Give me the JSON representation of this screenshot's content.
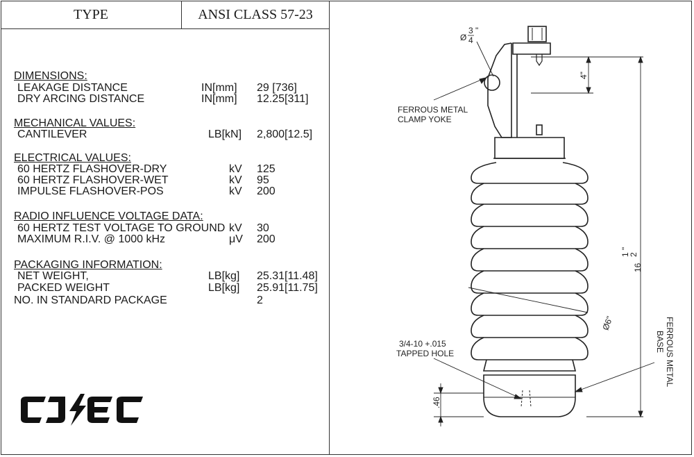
{
  "header": {
    "type_label": "TYPE",
    "class_label": "ANSI CLASS 57-23"
  },
  "sections": {
    "dimensions": {
      "title": "DIMENSIONS:",
      "rows": [
        {
          "label": "LEAKAGE DISTANCE",
          "unit": "IN[mm]",
          "value": "29   [736]"
        },
        {
          "label": "DRY ARCING DISTANCE",
          "unit": "IN[mm]",
          "value": "12.25[311]"
        }
      ]
    },
    "mechanical": {
      "title": "MECHANICAL VALUES:",
      "rows": [
        {
          "label": "CANTILEVER",
          "unit": "LB[kN]",
          "value": "2,800[12.5]"
        }
      ]
    },
    "electrical": {
      "title": "ELECTRICAL VALUES:",
      "rows": [
        {
          "label": "60 HERTZ FLASHOVER-DRY",
          "unit": "kV",
          "value": "125"
        },
        {
          "label": "60 HERTZ FLASHOVER-WET",
          "unit": "kV",
          "value": "95"
        },
        {
          "label": "IMPULSE FLASHOVER-POS",
          "unit": "kV",
          "value": "200"
        }
      ]
    },
    "radio": {
      "title": "RADIO INFLUENCE VOLTAGE DATA:",
      "rows": [
        {
          "label": "60 HERTZ TEST VOLTAGE TO GROUND",
          "unit": "kV",
          "value": "30"
        },
        {
          "label": "MAXIMUM R.I.V. @ 1000 kHz",
          "unit": "μV",
          "value": "200"
        }
      ]
    },
    "packaging": {
      "title": "PACKAGING INFORMATION:",
      "rows": [
        {
          "label": "NET WEIGHT,",
          "unit": "LB[kg]",
          "value": "25.31[11.48]"
        },
        {
          "label": "PACKED WEIGHT",
          "unit": "LB[kg]",
          "value": "25.91[11.75]"
        },
        {
          "label": "NO. IN STANDARD PACKAGE",
          "unit": "",
          "value": "2"
        }
      ]
    }
  },
  "logo": {
    "text": "CJEC"
  },
  "drawing": {
    "dia_top_prefix": "Ø",
    "dia_top_num": "3",
    "dia_top_den": "4",
    "dia_top_unit": "\"",
    "clamp_label_1": "FERROUS METAL",
    "clamp_label_2": "CLAMP YOKE",
    "dim_4": "4\"",
    "dim_height_whole": "16",
    "dim_height_num": "1",
    "dim_height_den": "2",
    "dim_height_unit": "\"",
    "dim_dia6": "Ø6\"",
    "tapped_1": "3/4-10 +.015",
    "tapped_2": "TAPPED HOLE",
    "dim_46": ".46",
    "base_label_1": "FERROUS METAL",
    "base_label_2": "BASE"
  }
}
